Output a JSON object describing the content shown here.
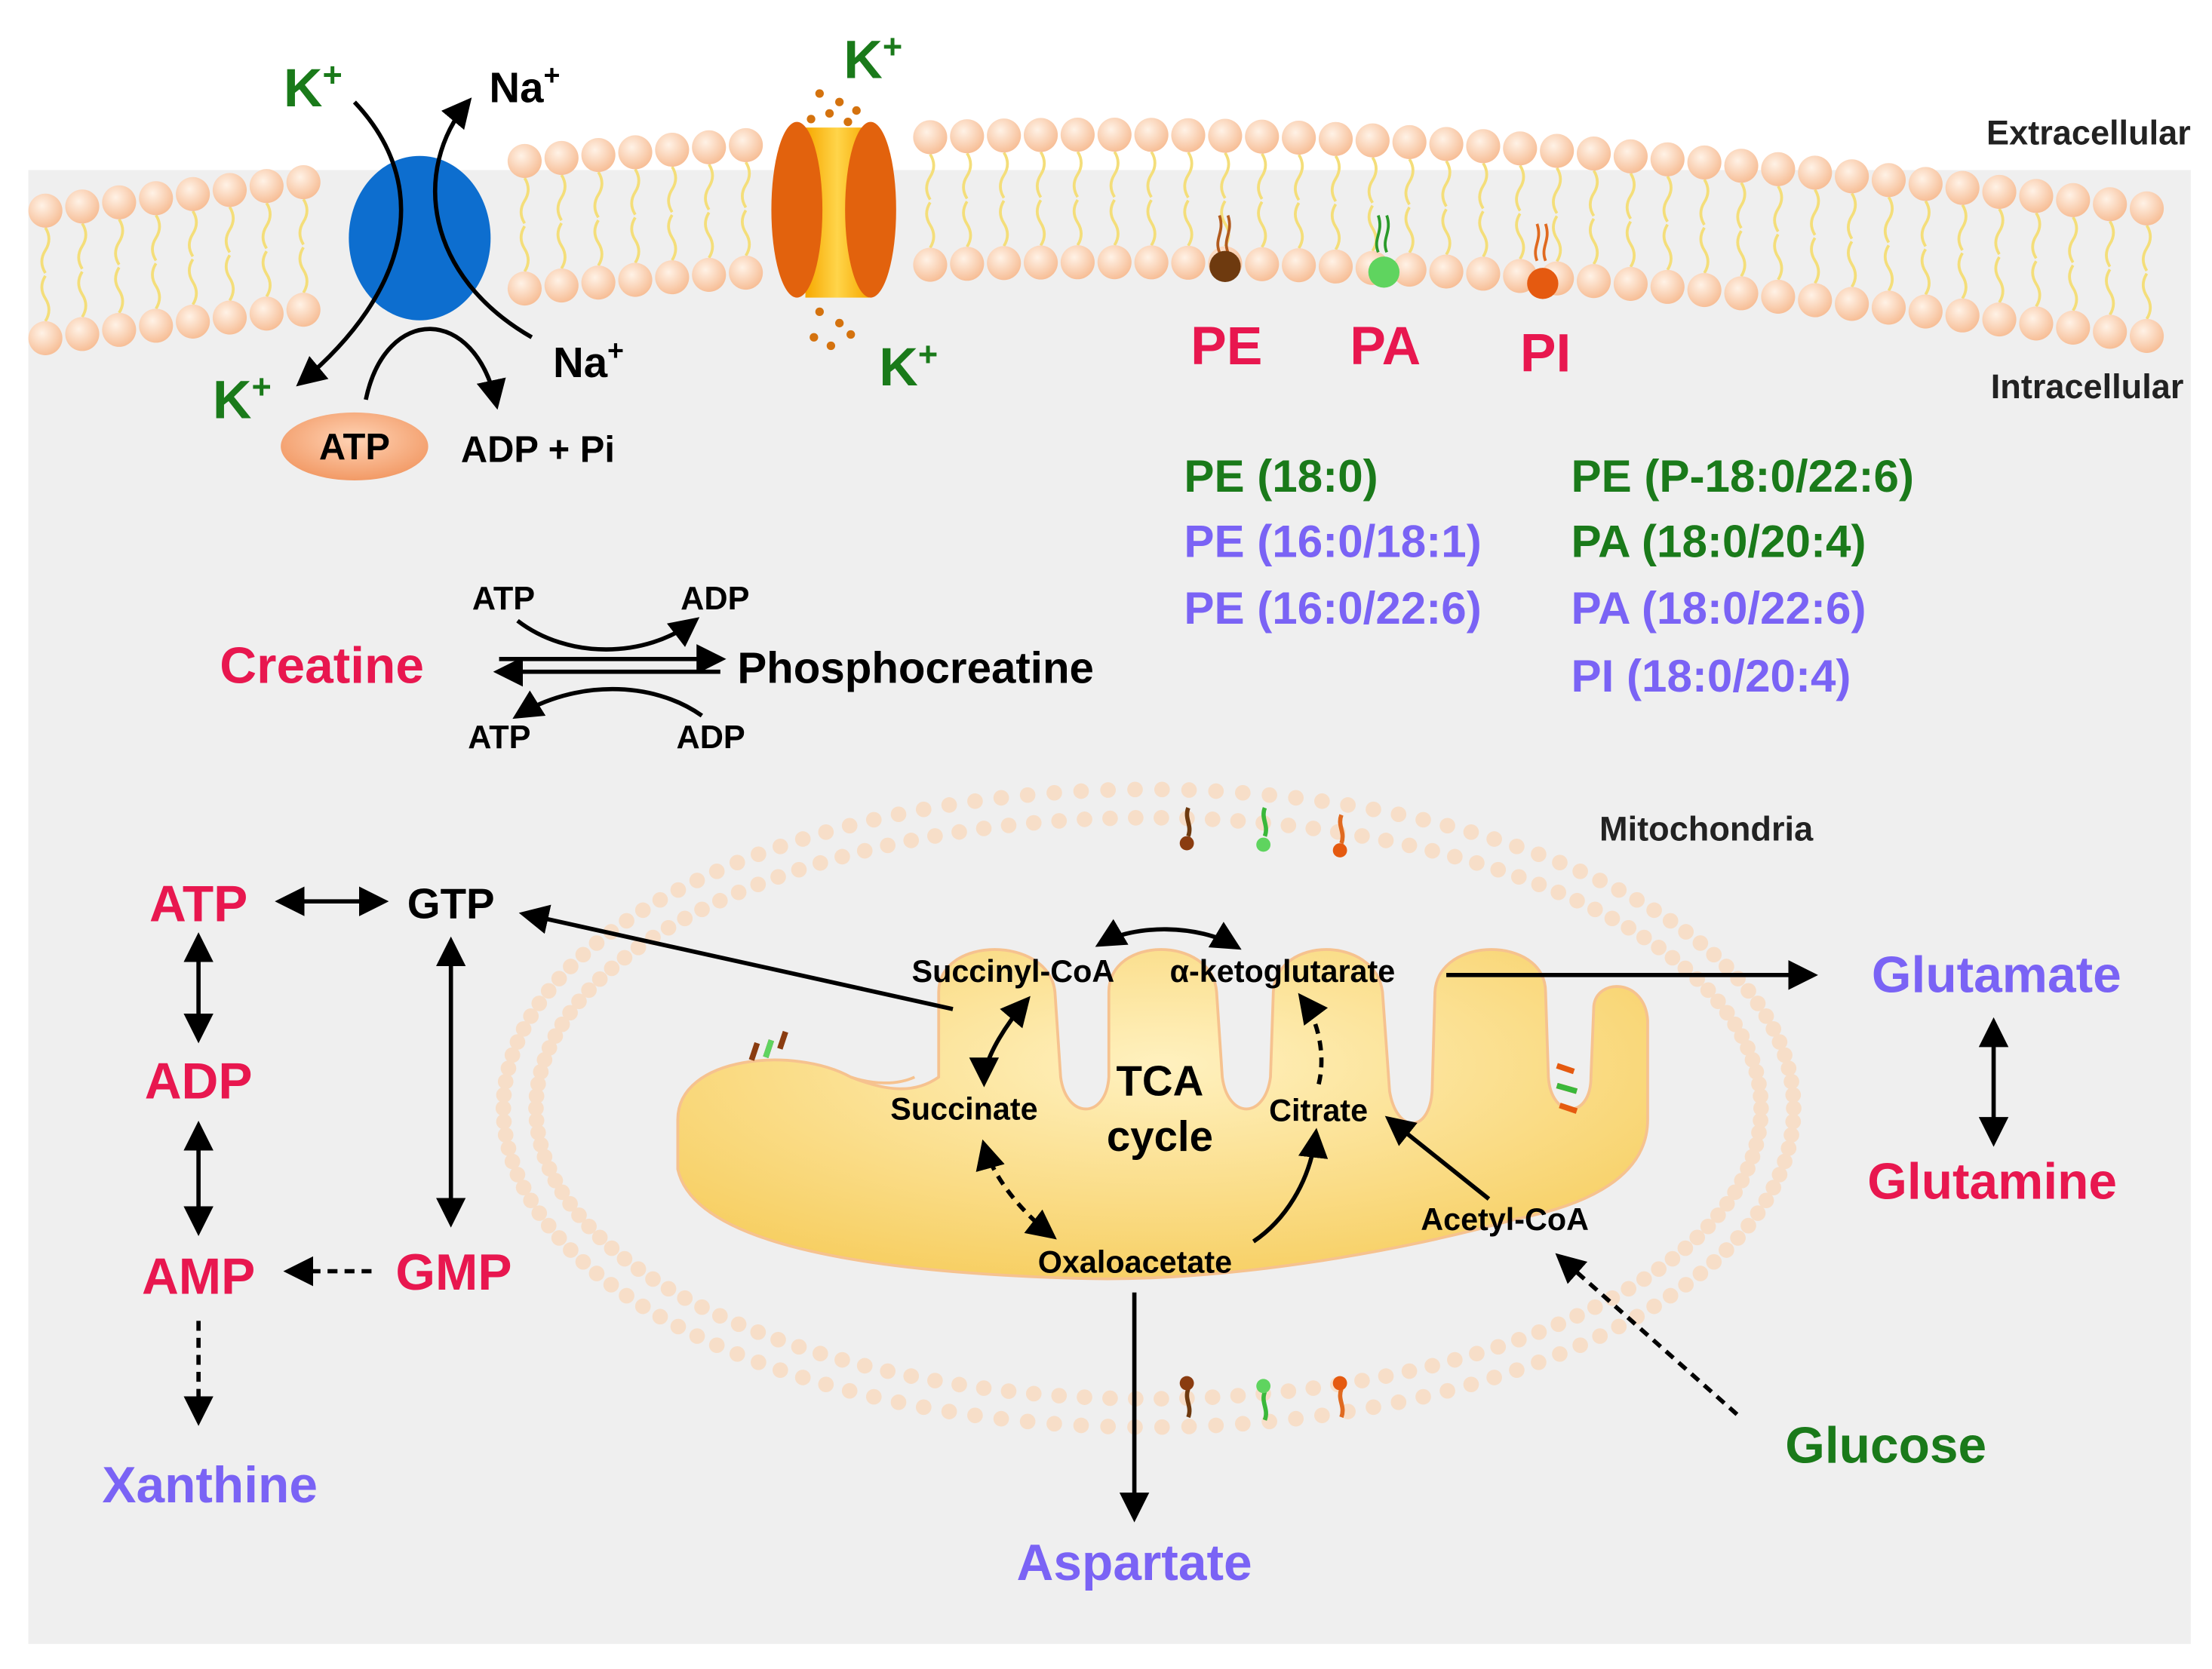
{
  "membrane": {
    "extracellular_label": "Extracellular",
    "intracellular_label": "Intracellular"
  },
  "pump": {
    "k_in": "K",
    "k_out": "K",
    "na_out": "Na",
    "na_in": "Na",
    "charge": "+",
    "atp_label": "ATP",
    "adp_label": "ADP + Pi"
  },
  "channel": {
    "k_top": "K",
    "k_bottom": "K",
    "charge": "+"
  },
  "lipid_heads": {
    "pe": "PE",
    "pa": "PA",
    "pi": "PI"
  },
  "lipid_species": [
    {
      "text": "PE (18:0)",
      "color": "#1a7a1a"
    },
    {
      "text": "PE (16:0/18:1)",
      "color": "#7a63f5"
    },
    {
      "text": "PE (16:0/22:6)",
      "color": "#7a63f5"
    },
    {
      "text": "PE (P-18:0/22:6)",
      "color": "#1a7a1a"
    },
    {
      "text": "PA (18:0/20:4)",
      "color": "#1a7a1a"
    },
    {
      "text": "PA (18:0/22:6)",
      "color": "#7a63f5"
    },
    {
      "text": "PI (18:0/20:4)",
      "color": "#7a63f5"
    }
  ],
  "creatine": {
    "creatine": "Creatine",
    "phosphocreatine": "Phosphocreatine",
    "atp_top": "ATP",
    "adp_top": "ADP",
    "atp_bottom": "ATP",
    "adp_bottom": "ADP"
  },
  "nucleotides": {
    "atp": "ATP",
    "adp": "ADP",
    "amp": "AMP",
    "gtp": "GTP",
    "gmp": "GMP",
    "xanthine": "Xanthine"
  },
  "mito": {
    "label": "Mitochondria",
    "succinyl_coa": "Succinyl-CoA",
    "akg": "α-ketoglutarate",
    "succinate": "Succinate",
    "tca_line1": "TCA",
    "tca_line2": "cycle",
    "citrate": "Citrate",
    "oxaloacetate": "Oxaloacetate",
    "acetyl_coa": "Acetyl-CoA"
  },
  "metabolites": {
    "glutamate": "Glutamate",
    "glutamine": "Glutamine",
    "aspartate": "Aspartate",
    "glucose": "Glucose"
  },
  "colors": {
    "red": "#e8174f",
    "purple": "#7a63f5",
    "green": "#1a7a1a",
    "membrane_bead": "#fbd3b5",
    "pump_blue": "#0d6ecf",
    "channel_orange": "#e2620d"
  }
}
